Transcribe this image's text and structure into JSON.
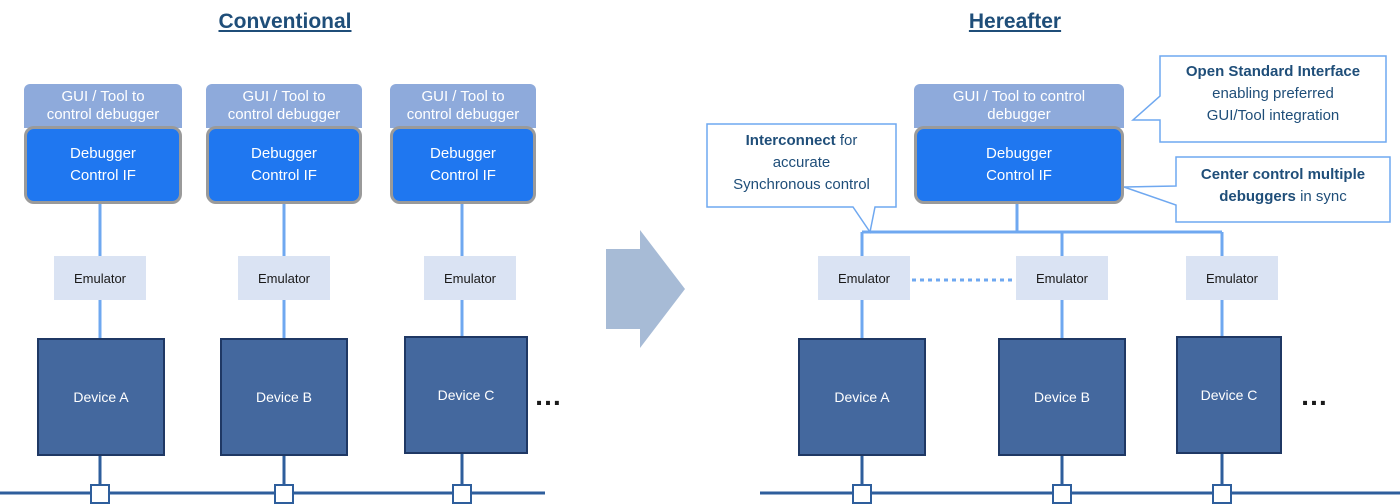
{
  "conventional": {
    "title": "Conventional",
    "stacks": [
      {
        "gui_line1": "GUI / Tool to",
        "gui_line2": "control debugger",
        "dbg_line1": "Debugger",
        "dbg_line2": "Control IF",
        "emulator": "Emulator",
        "device": "Device A"
      },
      {
        "gui_line1": "GUI / Tool to",
        "gui_line2": "control debugger",
        "dbg_line1": "Debugger",
        "dbg_line2": "Control IF",
        "emulator": "Emulator",
        "device": "Device B"
      },
      {
        "gui_line1": "GUI / Tool to",
        "gui_line2": "control debugger",
        "dbg_line1": "Debugger",
        "dbg_line2": "Control IF",
        "emulator": "Emulator",
        "device": "Device C"
      }
    ],
    "ellipsis": "…"
  },
  "hereafter": {
    "title": "Hereafter",
    "gui_line1": "GUI / Tool to control",
    "gui_line2": "debugger",
    "dbg_line1": "Debugger",
    "dbg_line2": "Control IF",
    "emulators": [
      "Emulator",
      "Emulator",
      "Emulator"
    ],
    "devices": [
      "Device A",
      "Device B",
      "Device C"
    ],
    "ellipsis": "…"
  },
  "callouts": {
    "interconnect": {
      "bold": "Interconnect",
      "rest1": " for",
      "line2": "accurate",
      "line3": "Synchronous control"
    },
    "open_standard": {
      "bold": "Open Standard Interface",
      "line2": "enabling preferred",
      "line3": "GUI/Tool integration"
    },
    "center_control": {
      "bold1": "Center control multiple",
      "bold2": "debuggers",
      "rest2": " in sync"
    }
  },
  "colors": {
    "line": "#6fa8f0",
    "bus": "#2e5e9c",
    "arrow": "#a7bbd6",
    "gui_box": "#8eaadb",
    "debugger_box": "#1f77f0",
    "emulator_box": "#dae3f3",
    "device_box": "#44689e"
  }
}
